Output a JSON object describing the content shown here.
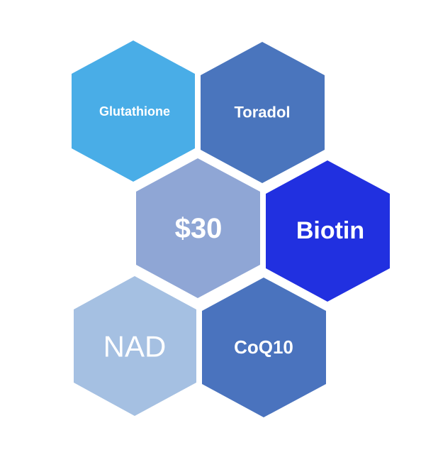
{
  "hexagons": [
    {
      "id": "glutathione",
      "label": "Glutathione",
      "color": "#49ADE7",
      "bold": true
    },
    {
      "id": "toradol",
      "label": "Toradol",
      "color": "#4A75BD",
      "bold": true
    },
    {
      "id": "price",
      "label": "$30",
      "color": "#8FA6D5",
      "bold": true
    },
    {
      "id": "biotin",
      "label": "Biotin",
      "color": "#2130E0",
      "bold": true
    },
    {
      "id": "nad",
      "label": "NAD",
      "color": "#A5C0E2",
      "bold": false
    },
    {
      "id": "coq10",
      "label": "CoQ10",
      "color": "#4A73BE",
      "bold": true
    }
  ]
}
